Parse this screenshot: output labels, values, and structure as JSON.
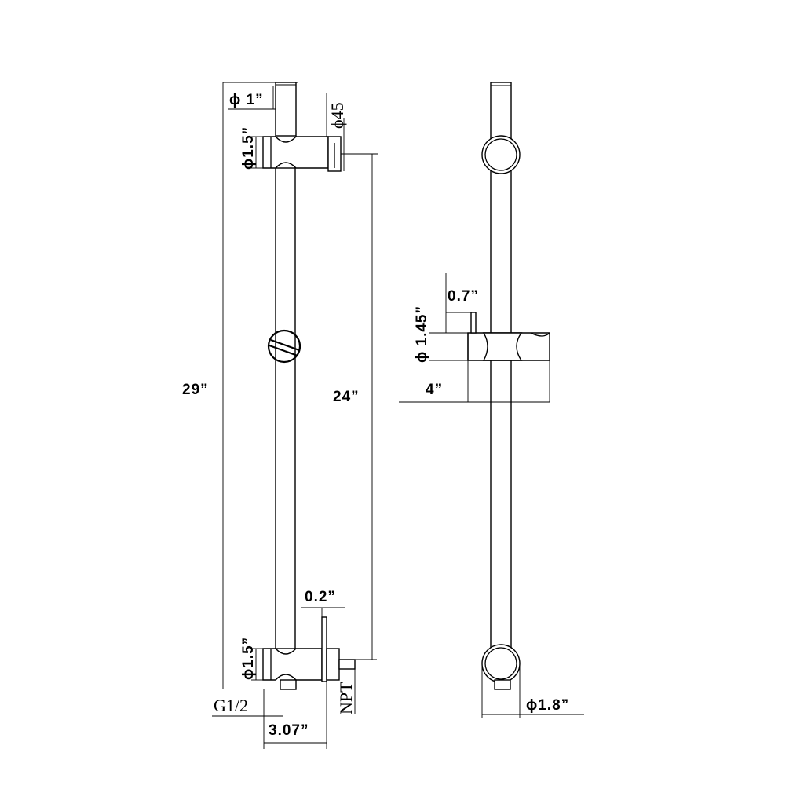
{
  "dimensions": {
    "front": {
      "dia_1": "ϕ 1”",
      "dia_45": "ϕ45",
      "dia_1_5_top": "ϕ1.5”",
      "length_29": "29”",
      "length_24": "24”",
      "width_0_2": "0.2”",
      "dia_1_5_bottom": "ϕ1.5”",
      "thread_g": "G1/2",
      "thread_npt": "NPT",
      "width_3_07": "3.07”"
    },
    "side": {
      "width_0_7": "0.7”",
      "dia_1_45": "ϕ 1.45”",
      "width_4": "4”",
      "dia_1_8": "ϕ1.8”"
    }
  }
}
